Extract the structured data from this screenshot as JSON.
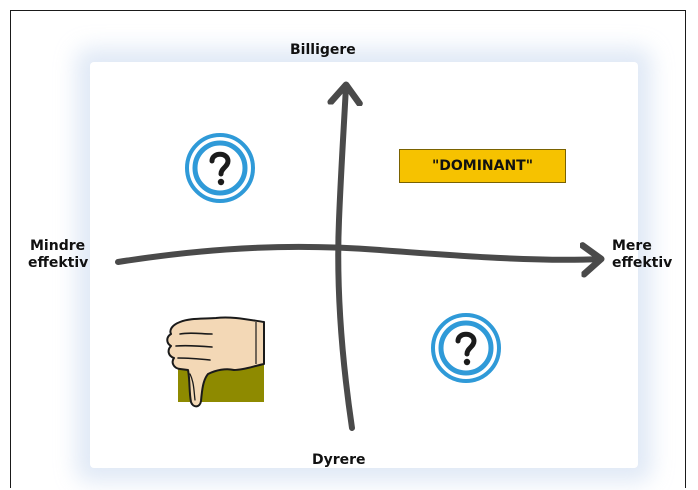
{
  "axes": {
    "top_label": "Billigere",
    "bottom_label": "Dyrere",
    "left_label_line1": "Mindre",
    "left_label_line2": "effektiv",
    "right_label_line1": "Mere",
    "right_label_line2": "effektiv"
  },
  "quadrants": {
    "top_left": {
      "icon": "question-icon"
    },
    "top_right": {
      "label": "\"DOMINANT\"",
      "color": "#f6c200"
    },
    "bottom_left": {
      "icon": "thumbs-down-icon",
      "color": "#8e8a00"
    },
    "bottom_right": {
      "icon": "question-icon"
    }
  },
  "colors": {
    "axis": "#4a4a4a",
    "icon_blue": "#2f9ad8"
  }
}
